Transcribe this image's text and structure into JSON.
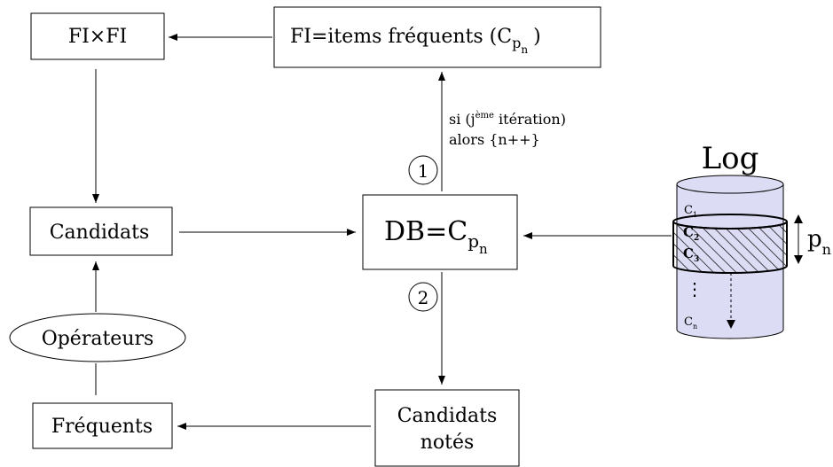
{
  "boxes": {
    "fixfi": "FI×FI",
    "fi_main": "FI=items fréquents (C",
    "fi_sub_p": "p",
    "fi_sub_n": "n",
    "fi_close": ")",
    "candidats": "Candidats",
    "db_main": "DB=C",
    "db_sub_p": "p",
    "db_sub_n": "n",
    "operateurs": "Opérateurs",
    "frequents": "Fréquents",
    "notes_line1": "Candidats",
    "notes_line2": "notés"
  },
  "condition": {
    "line1_pre": "si (j",
    "line1_sup": "ème",
    "line1_post": " itération)",
    "line2": "alors {n++}"
  },
  "steps": {
    "one": "1",
    "two": "2"
  },
  "log": {
    "title": "Log",
    "c1": "C",
    "c1_sub": "1",
    "c2": "C",
    "c2_sub": "2",
    "c3": "C",
    "c3_sub": "3",
    "dots": "⋮",
    "cn": "C",
    "cn_sub": "n",
    "pn": "p",
    "pn_sub": "n"
  },
  "colors": {
    "cylinder_fill": "#dcdcf5",
    "stroke": "#000000"
  }
}
